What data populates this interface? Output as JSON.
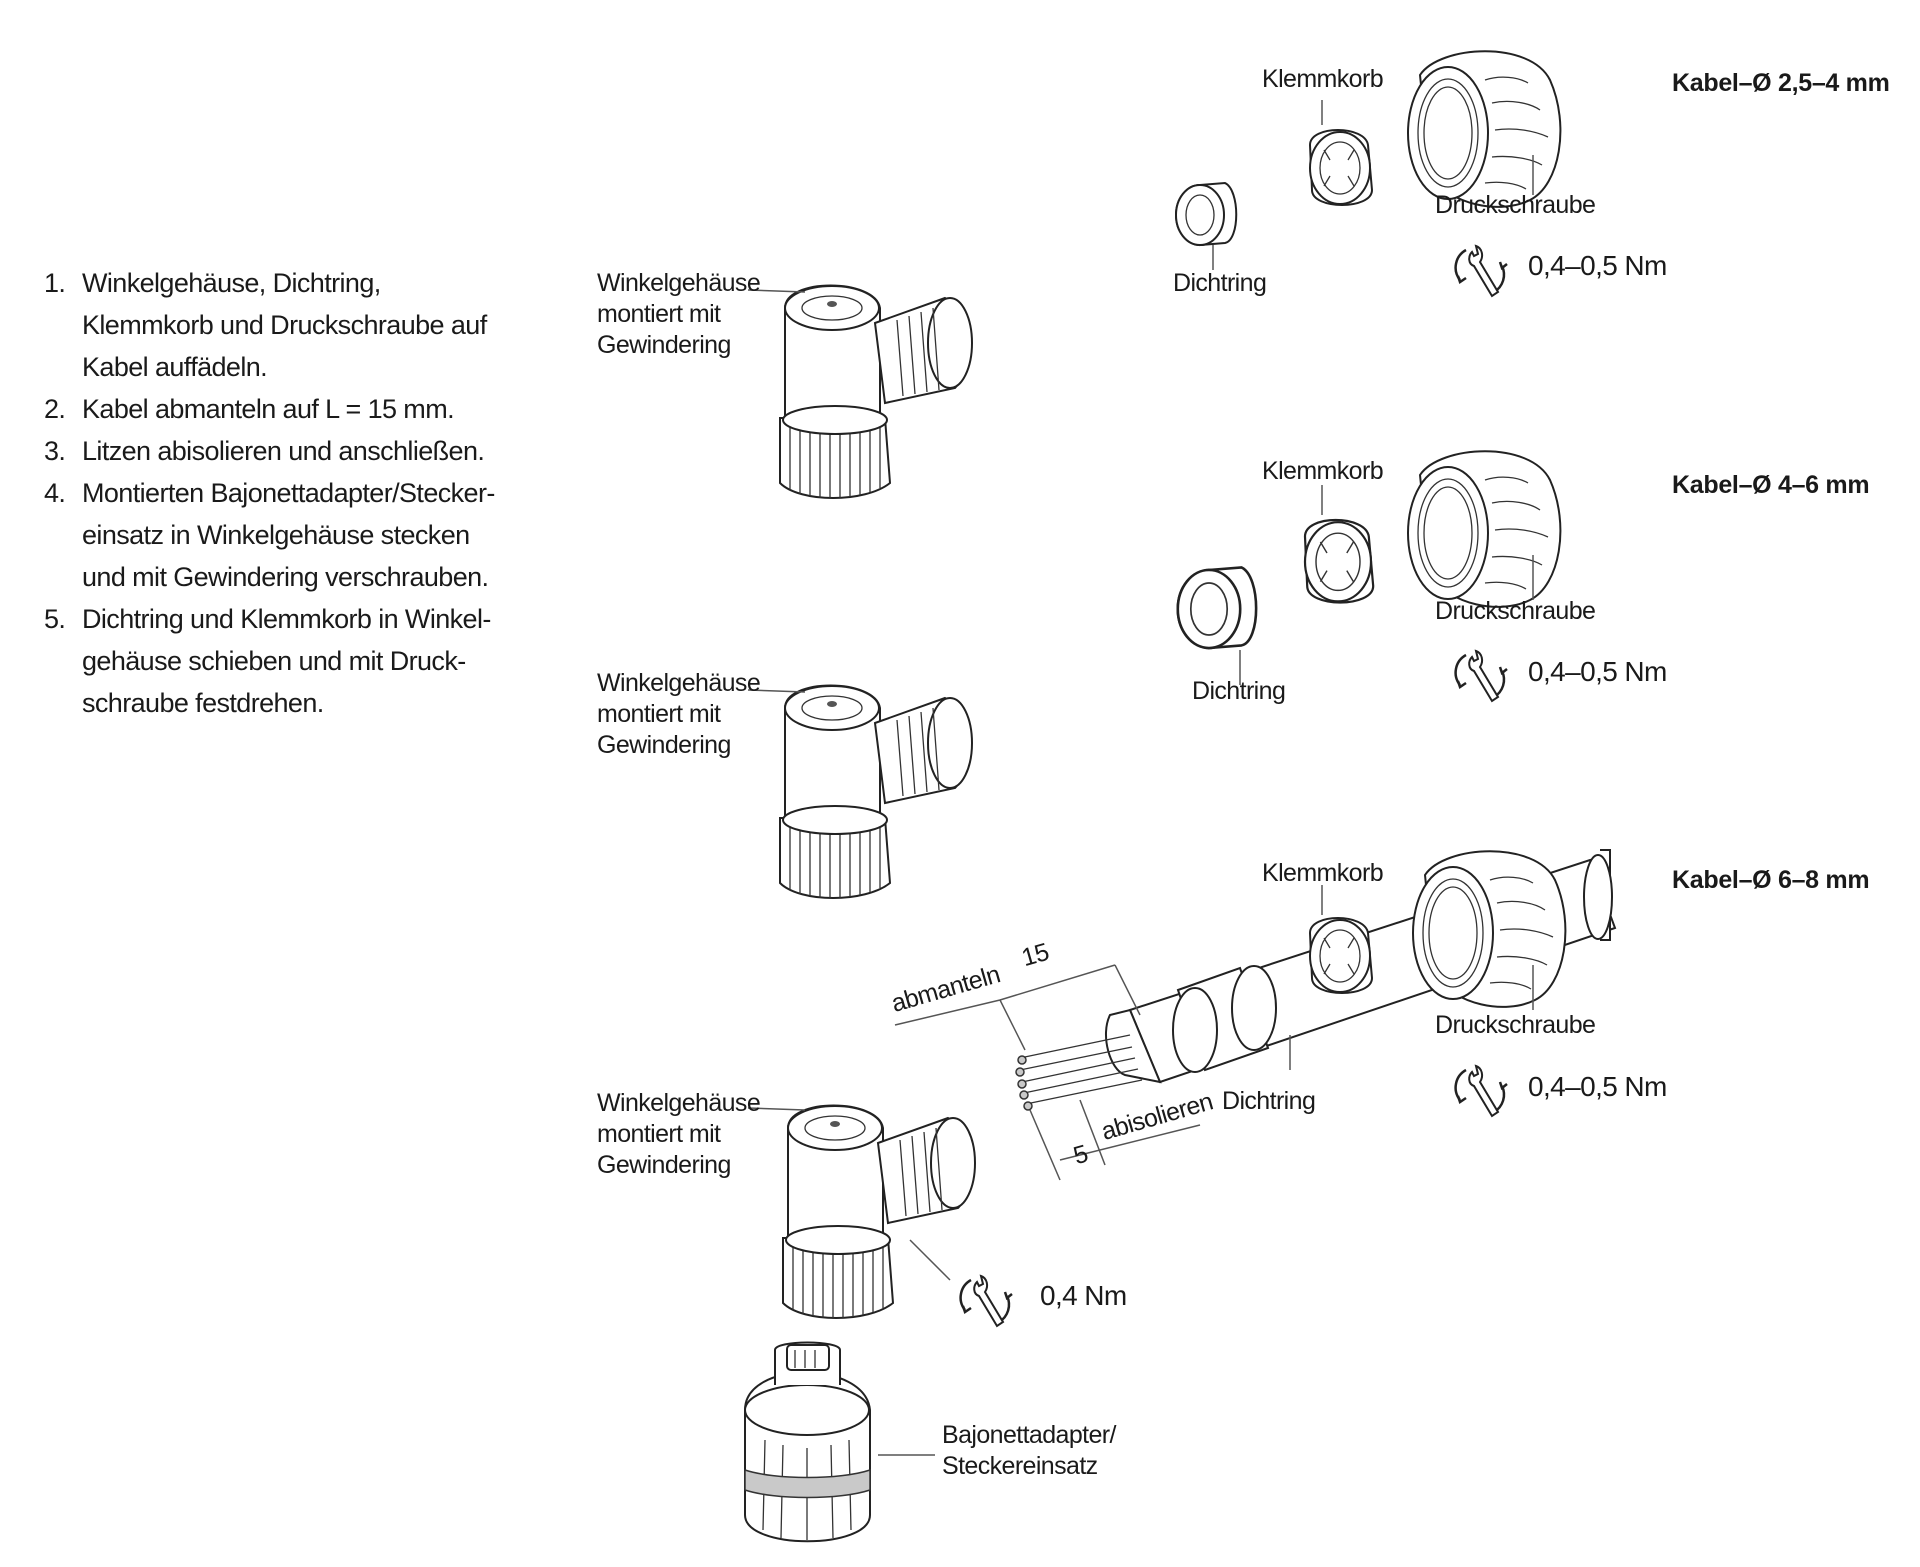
{
  "instructions": [
    {
      "num": "1.",
      "text": "Winkelgehäuse, Dichtring, Klemmkorb und Druckschraube auf Kabel auffädeln."
    },
    {
      "num": "2.",
      "text": "Kabel abmanteln auf L = 15 mm."
    },
    {
      "num": "3.",
      "text": "Litzen abisolieren und anschließen."
    },
    {
      "num": "4.",
      "text": "Montierten Bajonettadapter/Stecker-einsatz in Winkelgehäuse stecken und mit Gewindering verschrauben."
    },
    {
      "num": "5.",
      "text": "Dichtring und Klemmkorb in Winkel-gehäuse schieben und mit Druck-schraube festdrehen."
    }
  ],
  "housing_label": [
    "Winkelgehäuse",
    "montiert mit",
    "Gewindering"
  ],
  "variants": [
    {
      "header": "Kabel–Ø 2,5–4 mm",
      "klemmkorb": "Klemmkorb",
      "druckschraube": "Druckschraube",
      "dichtring": "Dichtring",
      "torque": "0,4–0,5 Nm"
    },
    {
      "header": "Kabel–Ø 4–6 mm",
      "klemmkorb": "Klemmkorb",
      "druckschraube": "Druckschraube",
      "dichtring": "Dichtring",
      "torque": "0,4–0,5 Nm"
    },
    {
      "header": "Kabel–Ø 6–8 mm",
      "klemmkorb": "Klemmkorb",
      "druckschraube": "Druckschraube",
      "dichtring": "Dichtring",
      "torque": "0,4–0,5 Nm"
    }
  ],
  "cable": {
    "strip_label": "abmanteln",
    "strip_value": "15",
    "insulation_label": "abisolieren",
    "insulation_value": "5"
  },
  "ring_torque": "0,4 Nm",
  "adapter_label": [
    "Bajonettadapter/",
    "Steckereinsatz"
  ]
}
